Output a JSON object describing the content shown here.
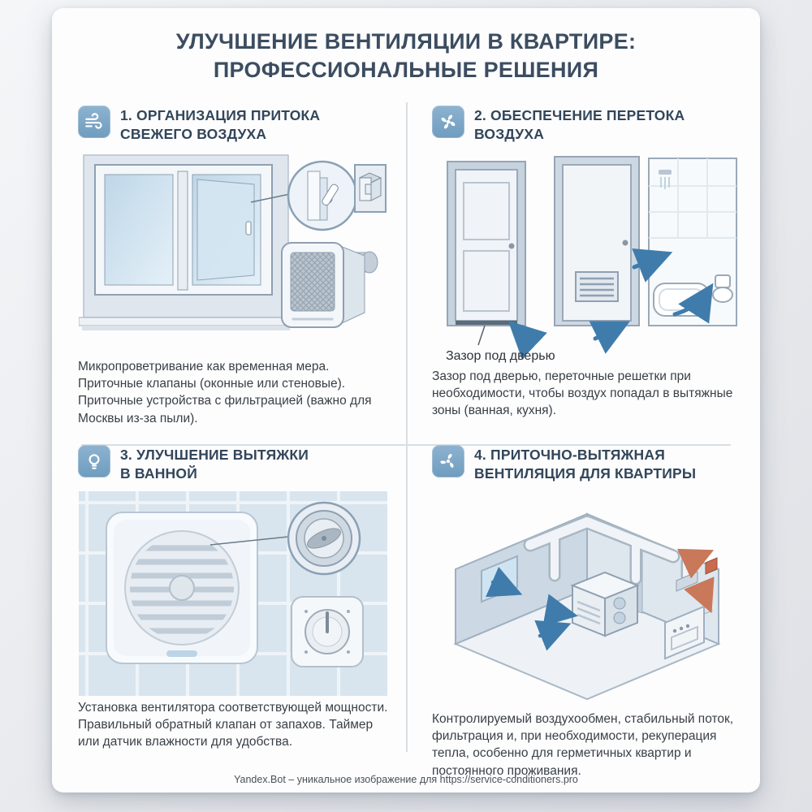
{
  "poster": {
    "title_line1": "УЛУЧШЕНИЕ ВЕНТИЛЯЦИИ В КВАРТИРЕ:",
    "title_line2": "ПРОФЕССИОНАЛЬНЫЕ РЕШЕНИЯ",
    "footer": "Yandex.Bot – уникальное изображение для https://service-conditioners.pro"
  },
  "colors": {
    "badge_blue": "#7ba6c6",
    "arrow_blue": "#3f7cab",
    "arrow_orange": "#c9785a",
    "heading_text": "#32465a",
    "body_text": "#393f46"
  },
  "sections": [
    {
      "icon": "wind-icon",
      "heading_line1": "1. ОРГАНИЗАЦИЯ ПРИТОКА",
      "heading_line2": "СВЕЖЕГО ВОЗДУХА",
      "body": "Микропроветривание как временная мера. Приточные клапаны (оконные или стеновые). Приточные устройства с фильтрацией (важно для Москвы из-за пыли)."
    },
    {
      "icon": "fan-icon",
      "heading_line1": "2. ОБЕСПЕЧЕНИЕ ПЕРЕТОКА",
      "heading_line2": "ВОЗДУХА",
      "annotation": "Зазор под дверью",
      "body": "Зазор под дверью, переточные решетки при необходимости, чтобы воздух попадал в вытяжные зоны (ванная, кухня)."
    },
    {
      "icon": "bulb-icon",
      "heading_line1": "3. УЛУЧШЕНИЕ ВЫТЯЖКИ",
      "heading_line2": "В ВАННОЙ",
      "body": "Установка вентилятора соответствующей мощности. Правильный обратный клапан от запахов. Таймер или датчик влажности для удобства."
    },
    {
      "icon": "swirl-fan-icon",
      "heading_line1": "4. ПРИТОЧНО-ВЫТЯЖНАЯ",
      "heading_line2": "ВЕНТИЛЯЦИЯ ДЛЯ КВАРТИРЫ",
      "body": "Контролируемый воздухообмен, стабильный поток, фильтрация и, при необходимости, рекуперация тепла, особенно для герметичных квартир и постоянного проживания."
    }
  ]
}
